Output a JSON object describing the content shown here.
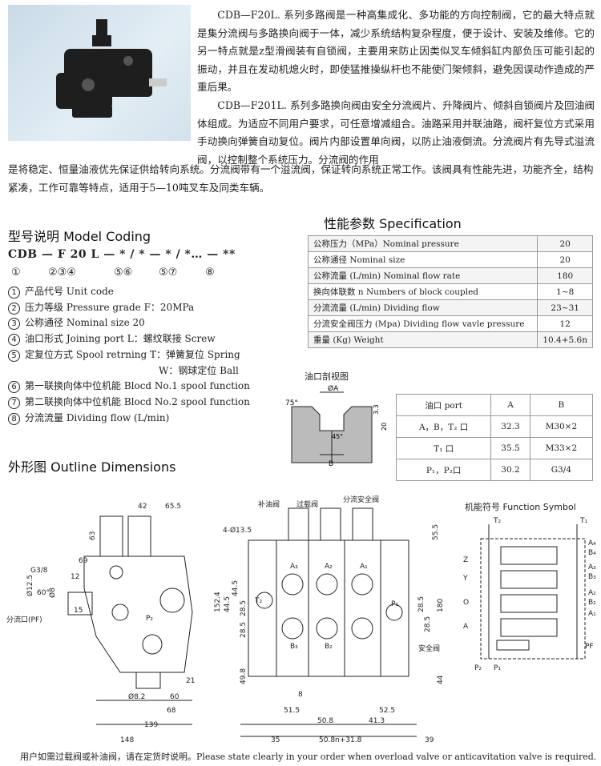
{
  "intro": {
    "p1": "CDB—F20L. 系列多路阀是一种高集成化、多功能的方向控制阀，它的最大特点就是集分流阀与多路换向阀于一体，减少系统结构复杂程度，便于设计、安装及维修。它的另一特点就是z型滑阀装有自锁阀，主要用来防止因类似叉车倾斜缸内部负压可能引起的振动，并且在发动机熄火时，即使猛推操纵杆也不能使门架倾斜，避免因误动作造成的严重后果。",
    "p2a": "CDB—F201L. 系列多路换向阀由安全分流阀片、升降阀片、倾斜自锁阀片及回油阀体组成。为适应不同用户要求，可任意增减组合。油路采用并联油路，阀杆复位方式采用手动换向弹簧自动复位。阀片内部设置单向阀，以防止油液倒流。分流阀片有先导式溢流阀，以控制整个系统压力。分流阀的作用",
    "p2b": "是将稳定、恒量油液优先保证供给转向系统。分流阀带有一个溢流阀，保证转向系统正常工作。该阀具有性能先进，功能齐全，结构紧凑，工作可靠等特点，适用于5—10吨叉车及同类车辆。"
  },
  "model_coding": {
    "heading": "型号说明  Model Coding",
    "code": "CDB — F 20 L — * / * — * / *… — **",
    "numbers": [
      "①",
      "②③④",
      "⑤⑥",
      "⑤⑦",
      "⑧"
    ],
    "items": [
      {
        "n": "1",
        "text": "产品代号 Unit code"
      },
      {
        "n": "2",
        "text": "压力等级 Pressure grade  F：20MPa"
      },
      {
        "n": "3",
        "text": "公称通径 Nominal size   20"
      },
      {
        "n": "4",
        "text": "油口形式 Joining port    L：螺纹联接 Screw"
      },
      {
        "n": "5",
        "text": "定复位方式 Spool retrning  T：弹簧复位 Spring"
      },
      {
        "n": "",
        "text": "W：钢球定位 Ball"
      },
      {
        "n": "6",
        "text": "第一联换向体中位机能 Blocd No.1 spool function"
      },
      {
        "n": "7",
        "text": "第二联换向体中位机能 Blocd No.2 spool function"
      },
      {
        "n": "8",
        "text": "分流流量  Dividing flow (L/min)"
      }
    ]
  },
  "spec": {
    "heading": "性能参数  Specification",
    "rows": [
      [
        "公称压力（MPa）Nominal pressure",
        "20"
      ],
      [
        "公称通径 Nominal size",
        "20"
      ],
      [
        "公称流量 (L/min) Nominal flow rate",
        "180"
      ],
      [
        "换向体联数 n Numbers of block coupled",
        "1~8"
      ],
      [
        "分流流量 (L/min) Dividing flow",
        "23~31"
      ],
      [
        "分流安全阀压力 (Mpa) Dividing flow vavle pressure",
        "12"
      ],
      [
        "重量 (Kg)  Weight",
        "10.4+5.6n"
      ]
    ]
  },
  "port": {
    "section_title": "油口剖视图",
    "dims": {
      "a": "ØA",
      "b": "B",
      "angle1": "75°",
      "angle2": "45°",
      "d1": "3.3",
      "d2": "20"
    },
    "header": [
      "油口 port",
      "A",
      "B"
    ],
    "rows": [
      [
        "A，B，T₂ 口",
        "32.3",
        "M30×2"
      ],
      [
        "T₁ 口",
        "35.5",
        "M33×2"
      ],
      [
        "P₁，P₂口",
        "30.2",
        "G3/4"
      ]
    ]
  },
  "outline": {
    "heading": "外形图  Outline Dimensions",
    "left": {
      "d42": "42",
      "d655": "65.5",
      "d63": "63",
      "d69": "69",
      "g38": "G3/8",
      "d12": "12",
      "d125": "Ø12.5",
      "d60": "60°",
      "d8": "Ø8",
      "d15": "15",
      "fen": "分流口(PF)",
      "p2": "P₂",
      "d21": "21",
      "d82": "Ø8.2",
      "d60b": "60",
      "d68": "68",
      "d139": "139",
      "d148": "148"
    },
    "middle": {
      "bu": "补油阀",
      "guo": "过载阀",
      "an1": "分流安全阀",
      "hole": "4-Ø13.5",
      "d555": "55.5",
      "a3": "A₃",
      "a2": "A₂",
      "a1": "A₁",
      "t2": "T₂",
      "b3": "B₃",
      "b2": "B₂",
      "p1": "P₁",
      "an2": "安全阀",
      "d1524": "152.4",
      "d445a": "44.5",
      "d445b": "44.5",
      "d285a": "28.5",
      "d285b": "28.5",
      "d285c": "28.5",
      "d285d": "28.5",
      "d180": "180",
      "d498": "49.8",
      "d44": "44",
      "d515": "51.5",
      "d8": "8",
      "d525": "52.5",
      "d508": "50.8",
      "d413": "41.3",
      "d35": "35",
      "d508s": "50.8n+31.8",
      "d39": "39"
    },
    "symbol": {
      "title": "机能符号    Function  Symbol",
      "t2": "T₂",
      "t1": "T₁",
      "a4": "A₄",
      "b4": "B₄",
      "a3": "A₃",
      "b3": "B₃",
      "a2": "A₂",
      "b2": "B₂",
      "a1": "A₁",
      "z": "Z",
      "y": "Y",
      "o": "O",
      "a": "A",
      "pf": "PF",
      "p2": "P₂",
      "p1": "P₁"
    }
  },
  "footer": "用户如需过载阀或补油阀，请在定货时说明。Please state clearly in your order when overload valve or anticavitation valve is required."
}
